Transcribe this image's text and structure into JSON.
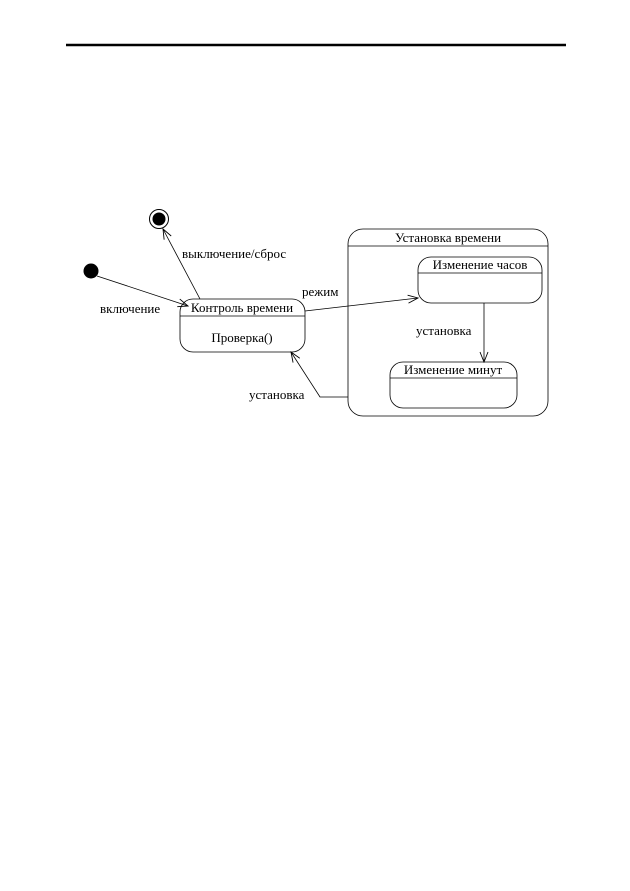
{
  "diagram": {
    "states": {
      "time_control": {
        "name": "Контроль времени",
        "activity": "Проверка()"
      },
      "set_time": {
        "name": "Установка времени"
      },
      "change_hours": {
        "name": "Изменение часов"
      },
      "change_minutes": {
        "name": "Изменение минут"
      }
    },
    "transitions": {
      "power_on": "включение",
      "power_off_reset": "выключение/сброс",
      "mode": "режим",
      "set_inner": "установка",
      "set_return": "установка"
    }
  },
  "colors": {
    "ink": "#000000",
    "page": "#ffffff"
  }
}
